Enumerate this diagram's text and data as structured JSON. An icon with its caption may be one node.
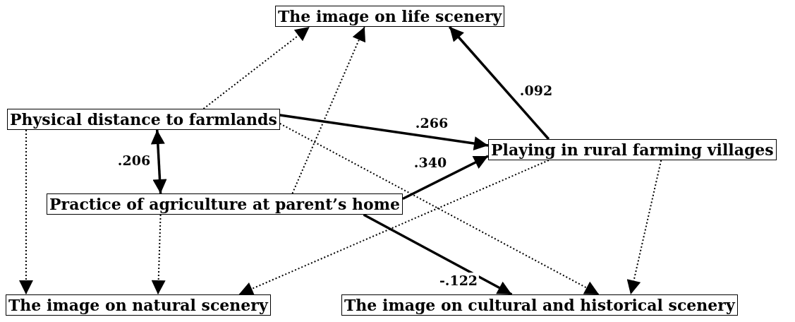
{
  "diagram": {
    "nodes": [
      {
        "text": [
          "The image on life scenery"
        ]
      },
      {
        "text": [
          "Physical distance to farmlands"
        ]
      },
      {
        "text": [
          "Playing in rural farming villages"
        ]
      },
      {
        "text": [
          "Practice of agriculture at parent’s home"
        ]
      },
      {
        "text": [
          "The image on natural scenery"
        ]
      },
      {
        "text": [
          "The image on cultural and historical scenery"
        ]
      }
    ],
    "edges": [
      {
        "from": 1,
        "to": 0,
        "arrow": "to",
        "style": "dashed"
      },
      {
        "from": 3,
        "to": 0,
        "arrow": "to",
        "style": "dashed"
      },
      {
        "from": 2,
        "to": 0,
        "arrow": "to",
        "label": ".092"
      },
      {
        "from": 1,
        "to": 3,
        "arrow": "both",
        "label": ".206"
      },
      {
        "from": 1,
        "to": 2,
        "arrow": "to",
        "label": ".266"
      },
      {
        "from": 3,
        "to": 2,
        "arrow": "to",
        "label": ".340"
      },
      {
        "from": 1,
        "to": 4,
        "arrow": "to",
        "style": "dashed"
      },
      {
        "from": 3,
        "to": 4,
        "arrow": "to",
        "style": "dashed"
      },
      {
        "from": 2,
        "to": 4,
        "arrow": "to",
        "style": "dashed"
      },
      {
        "from": 1,
        "to": 5,
        "arrow": "to",
        "style": "dashed"
      },
      {
        "from": 2,
        "to": 5,
        "arrow": "to",
        "style": "dashed"
      },
      {
        "from": 3,
        "to": 5,
        "arrow": "to",
        "label": "-.122"
      }
    ]
  }
}
